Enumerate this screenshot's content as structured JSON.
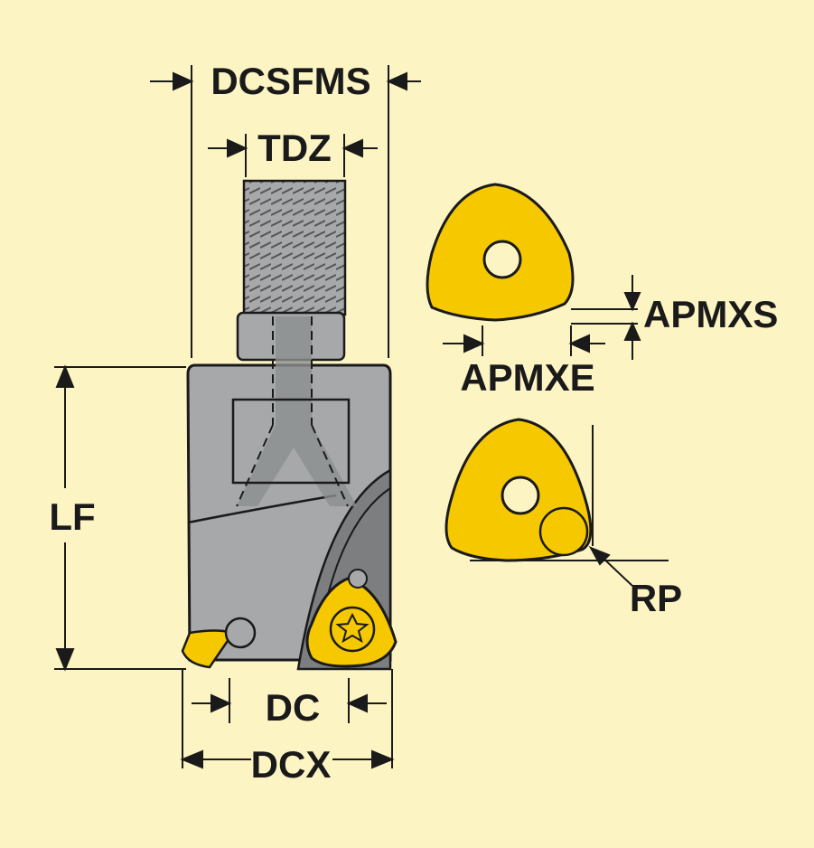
{
  "colors": {
    "background": "#fdf4c4",
    "tool_body": "#a6a8aa",
    "tool_shadow": "#7c7e80",
    "insert_yellow": "#f5c800",
    "outline": "#1a1a1a"
  },
  "dimensions": {
    "dcsfms": "DCSFMS",
    "tdz": "TDZ",
    "lf": "LF",
    "dc": "DC",
    "dcx": "DCX",
    "apmxs": "APMXS",
    "apmxe": "APMXE",
    "rp": "RP"
  },
  "icons": {
    "tool": "end-mill-with-threaded-shank",
    "insert_top": "trigon-insert",
    "insert_bottom": "trigon-insert-corner-radius",
    "screw": "torx-screw"
  }
}
